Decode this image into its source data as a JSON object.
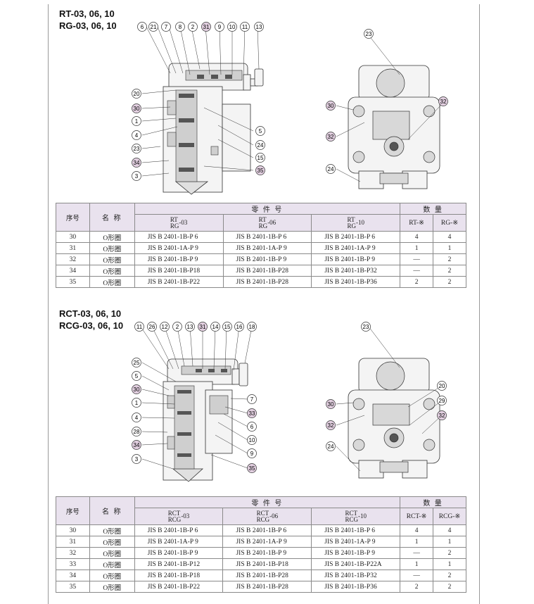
{
  "sections": [
    {
      "model_line1": "RT-03, 06, 10",
      "model_line2": "RG-03, 06, 10",
      "left_callouts": [
        "6",
        "21",
        "7",
        "8",
        "2",
        "31",
        "9",
        "10",
        "11",
        "13",
        "20",
        "30",
        "1",
        "4",
        "23",
        "34",
        "3",
        "5",
        "24",
        "15",
        "35"
      ],
      "right_callouts": [
        "23",
        "30",
        "32",
        "32",
        "24"
      ],
      "table": {
        "col_no": "序号",
        "col_name": "名 称",
        "col_part": "零 件 号",
        "col_qty": "数 量",
        "size_a": [
          "RT",
          "RG",
          "-03"
        ],
        "size_b": [
          "RT",
          "RG",
          "-06"
        ],
        "size_c": [
          "RT",
          "RG",
          "-10"
        ],
        "qty_a": "RT-※",
        "qty_b": "RG-※",
        "rows": [
          [
            "30",
            "O形圈",
            "JIS B 2401-1B-P 6",
            "JIS B 2401-1B-P 6",
            "JIS B 2401-1B-P 6",
            "4",
            "4"
          ],
          [
            "31",
            "O形圈",
            "JIS B 2401-1A-P 9",
            "JIS B 2401-1A-P 9",
            "JIS B 2401-1A-P 9",
            "1",
            "1"
          ],
          [
            "32",
            "O形圈",
            "JIS B 2401-1B-P 9",
            "JIS B 2401-1B-P 9",
            "JIS B 2401-1B-P 9",
            "—",
            "2"
          ],
          [
            "34",
            "O形圈",
            "JIS B 2401-1B-P18",
            "JIS B 2401-1B-P28",
            "JIS B 2401-1B-P32",
            "—",
            "2"
          ],
          [
            "35",
            "O形圈",
            "JIS B 2401-1B-P22",
            "JIS B 2401-1B-P28",
            "JIS B 2401-1B-P36",
            "2",
            "2"
          ]
        ]
      }
    },
    {
      "model_line1": "RCT-03, 06, 10",
      "model_line2": "RCG-03, 06, 10",
      "left_callouts": [
        "11",
        "26",
        "12",
        "2",
        "13",
        "31",
        "14",
        "15",
        "16",
        "18",
        "25",
        "5",
        "30",
        "1",
        "4",
        "28",
        "34",
        "3",
        "7",
        "33",
        "6",
        "10",
        "9",
        "35"
      ],
      "right_callouts": [
        "23",
        "20",
        "29",
        "30",
        "32",
        "32",
        "24"
      ],
      "table": {
        "col_no": "序号",
        "col_name": "名 称",
        "col_part": "零 件 号",
        "col_qty": "数 量",
        "size_a": [
          "RCT",
          "RCG",
          "-03"
        ],
        "size_b": [
          "RCT",
          "RCG",
          "-06"
        ],
        "size_c": [
          "RCT",
          "RCG",
          "-10"
        ],
        "qty_a": "RCT-※",
        "qty_b": "RCG-※",
        "rows": [
          [
            "30",
            "O形圈",
            "JIS B 2401-1B-P 6",
            "JIS B 2401-1B-P 6",
            "JIS B 2401-1B-P 6",
            "4",
            "4"
          ],
          [
            "31",
            "O形圈",
            "JIS B 2401-1A-P 9",
            "JIS B 2401-1A-P 9",
            "JIS B 2401-1A-P 9",
            "1",
            "1"
          ],
          [
            "32",
            "O形圈",
            "JIS B 2401-1B-P 9",
            "JIS B 2401-1B-P 9",
            "JIS B 2401-1B-P 9",
            "—",
            "2"
          ],
          [
            "33",
            "O形圈",
            "JIS B 2401-1B-P12",
            "JIS B 2401-1B-P18",
            "JIS B 2401-1B-P22A",
            "1",
            "1"
          ],
          [
            "34",
            "O形圈",
            "JIS B 2401-1B-P18",
            "JIS B 2401-1B-P28",
            "JIS B 2401-1B-P32",
            "—",
            "2"
          ],
          [
            "35",
            "O形圈",
            "JIS B 2401-1B-P22",
            "JIS B 2401-1B-P28",
            "JIS B 2401-1B-P36",
            "2",
            "2"
          ]
        ]
      }
    }
  ],
  "highlight_color": "#e2cfe0",
  "header_color": "#e9e2ee"
}
